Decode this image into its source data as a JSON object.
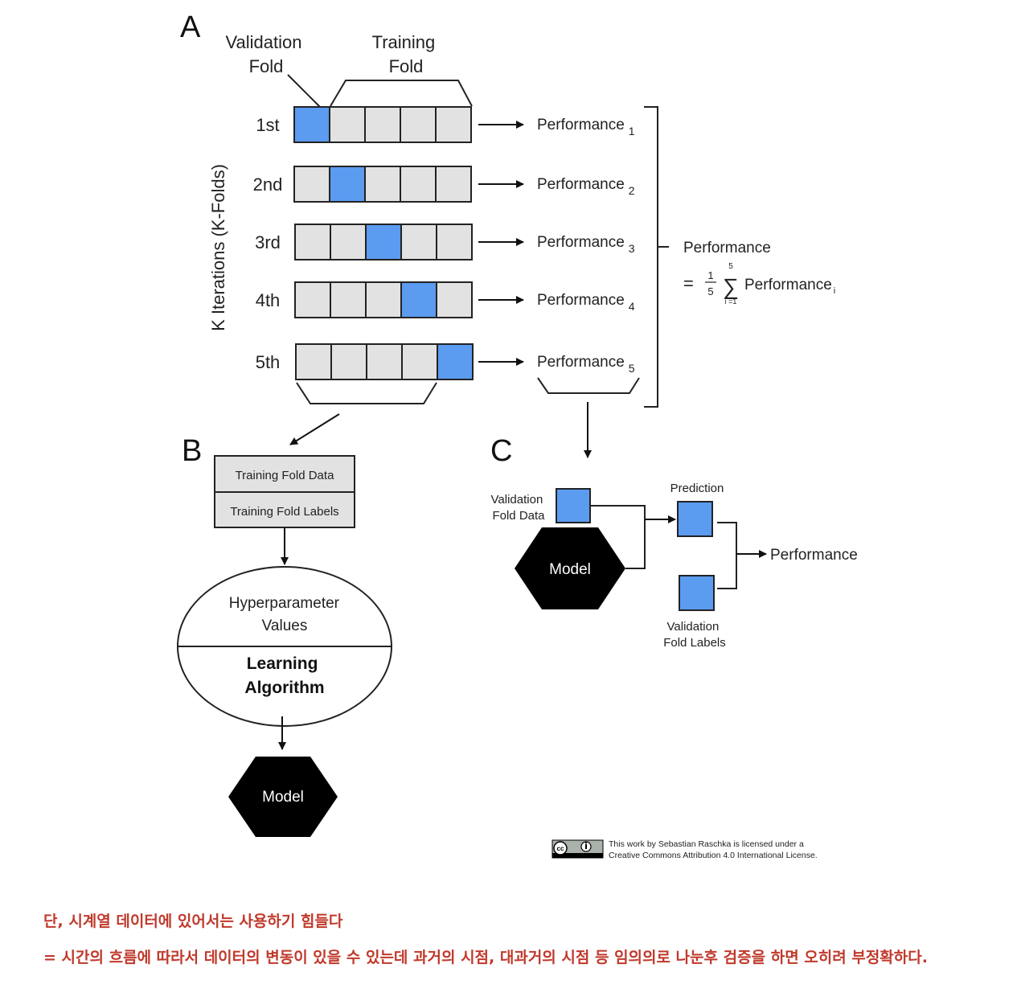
{
  "panel_labels": {
    "a": "A",
    "b": "B",
    "c": "C"
  },
  "panel_a": {
    "validation_fold_label": [
      "Validation",
      "Fold"
    ],
    "training_fold_label": [
      "Training",
      "Fold"
    ],
    "axis_label": "K Iterations (K-Folds)",
    "iterations": [
      {
        "label": "1st",
        "validation_index": 0,
        "performance": "Performance",
        "subscript": "1"
      },
      {
        "label": "2nd",
        "validation_index": 1,
        "performance": "Performance",
        "subscript": "2"
      },
      {
        "label": "3rd",
        "validation_index": 2,
        "performance": "Performance",
        "subscript": "3"
      },
      {
        "label": "4th",
        "validation_index": 3,
        "performance": "Performance",
        "subscript": "4"
      },
      {
        "label": "5th",
        "validation_index": 4,
        "performance": "Performance",
        "subscript": "5"
      }
    ],
    "fold_count": 5,
    "summary_title": "Performance",
    "formula": {
      "equals": "=",
      "numerator": "1",
      "denominator": "5",
      "sum_upper": "5",
      "sigma": "∑",
      "sum_lower": "i =1",
      "term": "Performance",
      "term_subscript": "i"
    }
  },
  "panel_b": {
    "training_fold_data": "Training Fold Data",
    "training_fold_labels": "Training Fold Labels",
    "hyperparameter_values": [
      "Hyperparameter",
      "Values"
    ],
    "learning_algorithm": [
      "Learning",
      "Algorithm"
    ],
    "model": "Model"
  },
  "panel_c": {
    "validation_fold_data": [
      "Validation",
      "Fold Data"
    ],
    "model": "Model",
    "prediction": "Prediction",
    "validation_fold_labels": [
      "Validation",
      "Fold Labels"
    ],
    "performance": "Performance"
  },
  "license": {
    "line1": "This work by Sebastian Raschka is licensed under a",
    "line2": "Creative Commons Attribution 4.0 International License.",
    "badge_icon": "cc-by-badge-icon"
  },
  "notes": {
    "line1": "단, 시계열 데이터에 있어서는 사용하기 힘들다",
    "line2": " = 시간의 흐름에 따라서 데이터의 변동이 있을 수 있는데 과거의 시점, 대과거의 시점 등 임의의로 나눈후 검증을 하면 오히려 부정확하다."
  },
  "colors": {
    "validation_fold": "#5b9bf0",
    "training_fold": "#e2e2e2",
    "stroke": "#222222",
    "model_fill": "#000000",
    "note_text": "#c0392b"
  }
}
